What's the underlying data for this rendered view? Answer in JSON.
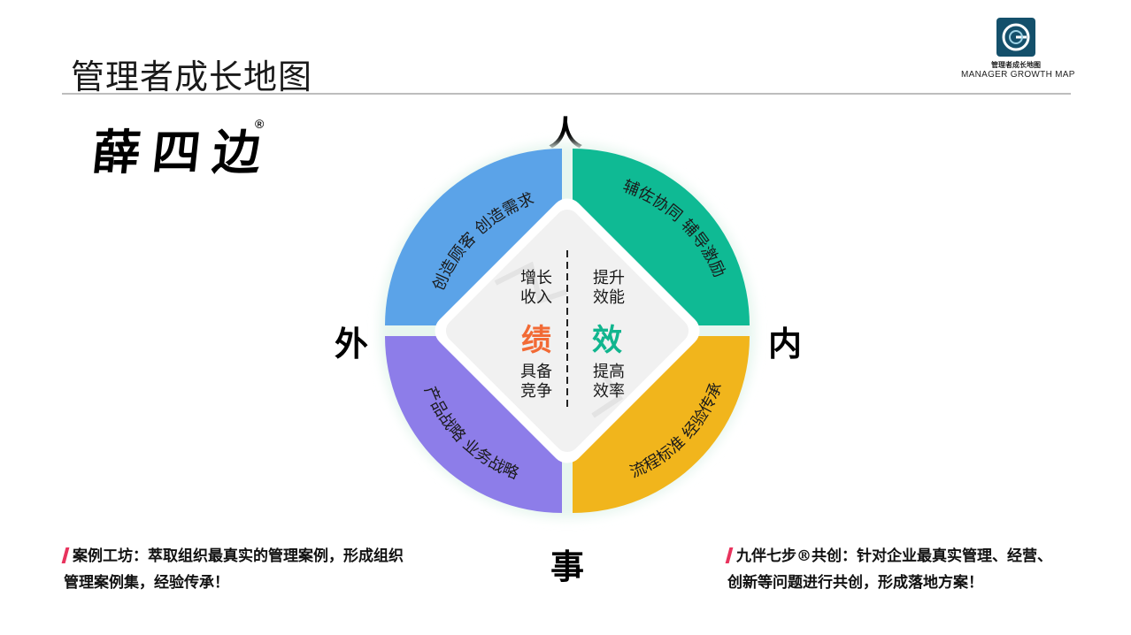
{
  "header": {
    "title": "管理者成长地图"
  },
  "logo": {
    "cn": "管理者成长地图",
    "en": "MANAGER GROWTH MAP",
    "accent": "#14506b"
  },
  "brand": {
    "text": "薛四边",
    "reg": "®"
  },
  "compass": {
    "top": "人",
    "left": "外",
    "right": "内",
    "bottom": "事"
  },
  "quadrants": {
    "top_left": {
      "text": "创造顾客  创造需求",
      "color": "#5ba3e8"
    },
    "top_right": {
      "text": "辅佐协同  辅导激励",
      "color": "#0fba94"
    },
    "bottom_left": {
      "text": "产品战略  业务战略",
      "color": "#8d7de9"
    },
    "bottom_right": {
      "text": "流程标准  经验传承",
      "color": "#f1b51c"
    }
  },
  "center": {
    "left_char": "绩",
    "left_color": "#f26a35",
    "right_char": "效",
    "right_color": "#10b58e",
    "tl": [
      "增长",
      "收入"
    ],
    "tr": [
      "提升",
      "效能"
    ],
    "bl": [
      "具备",
      "竞争"
    ],
    "br": [
      "提高",
      "效率"
    ]
  },
  "notes": {
    "left": {
      "line1": "案例工坊：萃取组织最真实的管理案例，形成组织",
      "line2": "管理案例集，经验传承！"
    },
    "right": {
      "line1": "九伴七步®共创：针对企业最真实管理、经营、",
      "line2": "创新等问题进行共创，形成落地方案！"
    }
  }
}
